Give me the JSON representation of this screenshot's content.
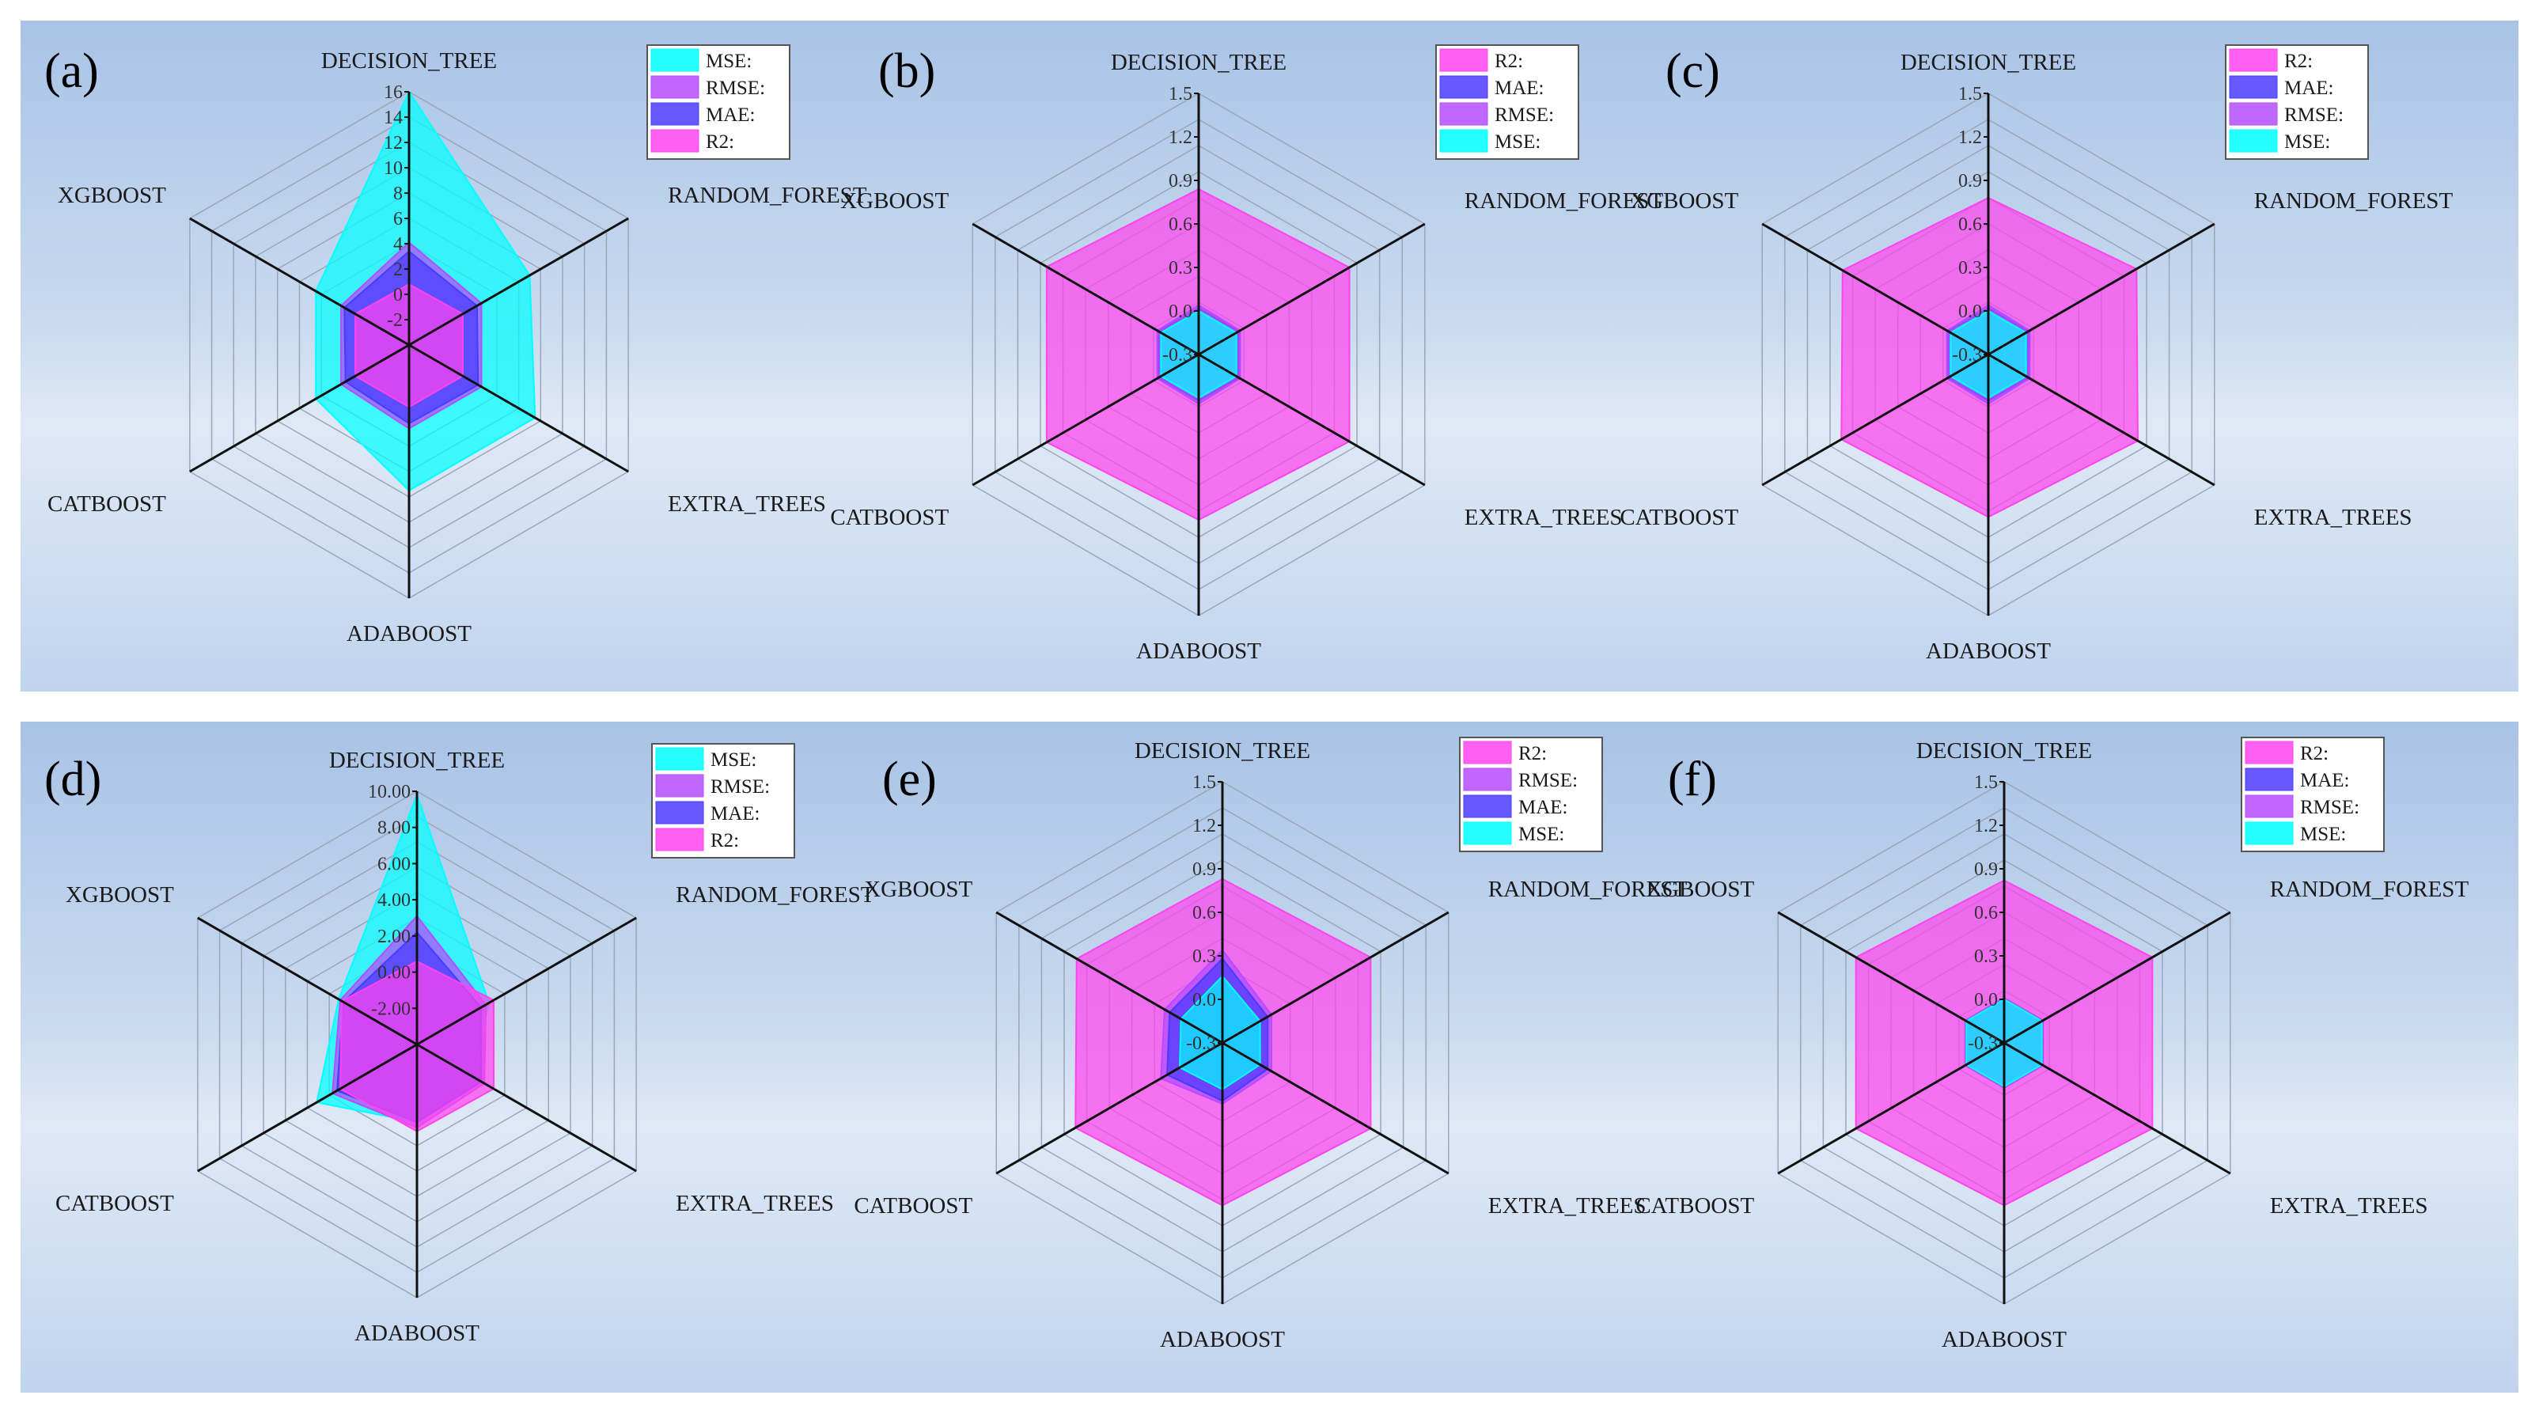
{
  "figure": {
    "axes_order": [
      "DECISION_TREE",
      "RANDOM_FOREST",
      "EXTRA_TREES",
      "ADABOOST",
      "CATBOOST",
      "XGBOOST"
    ],
    "colors": {
      "MSE": "#00ffff",
      "RMSE": "#b44cff",
      "MAE": "#4a3cff",
      "R2": "#ff44ee"
    }
  },
  "chart_data": [
    {
      "panel": "(a)",
      "type": "radar",
      "axes": [
        "DECISION_TREE",
        "RANDOM_FOREST",
        "EXTRA_TREES",
        "ADABOOST",
        "CATBOOST",
        "XGBOOST"
      ],
      "rmin": -4,
      "rmax": 16,
      "ticks": [
        16,
        14,
        12,
        10,
        8,
        6,
        4,
        2,
        0,
        -2
      ],
      "tick_labels": [
        "16",
        "14",
        "12",
        "10",
        "8",
        "6",
        "4",
        "2",
        "0",
        "-2"
      ],
      "legend": [
        "MSE:",
        "RMSE:",
        "MAE:",
        "R2:"
      ],
      "series": [
        {
          "name": "MSE:",
          "values": [
            16,
            7,
            7.5,
            7.5,
            4.5,
            4.5
          ]
        },
        {
          "name": "RMSE:",
          "values": [
            4.1,
            2.6,
            2.6,
            2.6,
            2.2,
            2.2
          ]
        },
        {
          "name": "MAE:",
          "values": [
            3.4,
            2.2,
            2.3,
            2.2,
            1.8,
            1.9
          ]
        },
        {
          "name": "R2:",
          "values": [
            0.8,
            0.9,
            0.9,
            0.9,
            0.9,
            0.9
          ]
        }
      ]
    },
    {
      "panel": "(b)",
      "type": "radar",
      "axes": [
        "DECISION_TREE",
        "RANDOM_FOREST",
        "EXTRA_TREES",
        "ADABOOST",
        "CATBOOST",
        "XGBOOST"
      ],
      "rmin": -0.3,
      "rmax": 1.5,
      "ticks": [
        1.5,
        1.2,
        0.9,
        0.6,
        0.3,
        0.0,
        -0.3
      ],
      "tick_labels": [
        "1.5",
        "1.2",
        "0.9",
        "0.6",
        "0.3",
        "0.0",
        "-0.3"
      ],
      "legend": [
        "R2:",
        "MAE:",
        "RMSE:",
        "MSE:"
      ],
      "series": [
        {
          "name": "R2:",
          "values": [
            0.84,
            0.9,
            0.9,
            0.84,
            0.91,
            0.91
          ]
        },
        {
          "name": "MAE:",
          "values": [
            0.02,
            0.02,
            0.02,
            0.02,
            0.02,
            0.02
          ]
        },
        {
          "name": "RMSE:",
          "values": [
            0.04,
            0.03,
            0.03,
            0.04,
            0.03,
            0.03
          ]
        },
        {
          "name": "MSE:",
          "values": [
            0.0,
            0.0,
            0.0,
            0.0,
            0.0,
            0.0
          ]
        }
      ]
    },
    {
      "panel": "(c)",
      "type": "radar",
      "axes": [
        "DECISION_TREE",
        "RANDOM_FOREST",
        "EXTRA_TREES",
        "ADABOOST",
        "CATBOOST",
        "XGBOOST"
      ],
      "rmin": -0.3,
      "rmax": 1.5,
      "ticks": [
        1.5,
        1.2,
        0.9,
        0.6,
        0.3,
        0.0,
        -0.3
      ],
      "tick_labels": [
        "1.5",
        "1.2",
        "0.9",
        "0.6",
        "0.3",
        "0.0",
        "-0.3"
      ],
      "legend": [
        "R2:",
        "MAE:",
        "RMSE:",
        "MSE:"
      ],
      "series": [
        {
          "name": "R2:",
          "values": [
            0.78,
            0.88,
            0.89,
            0.82,
            0.87,
            0.86
          ]
        },
        {
          "name": "MAE:",
          "values": [
            0.02,
            0.02,
            0.02,
            0.02,
            0.02,
            0.02
          ]
        },
        {
          "name": "RMSE:",
          "values": [
            0.04,
            0.03,
            0.03,
            0.04,
            0.03,
            0.03
          ]
        },
        {
          "name": "MSE:",
          "values": [
            0.0,
            0.0,
            0.0,
            0.0,
            0.0,
            0.0
          ]
        }
      ]
    },
    {
      "panel": "(d)",
      "type": "radar",
      "axes": [
        "DECISION_TREE",
        "RANDOM_FOREST",
        "EXTRA_TREES",
        "ADABOOST",
        "CATBOOST",
        "XGBOOST"
      ],
      "rmin": -4,
      "rmax": 10,
      "ticks": [
        10,
        8,
        6,
        4,
        2,
        0,
        -2
      ],
      "tick_labels": [
        "10.00",
        "8.00",
        "6.00",
        "4.00",
        "2.00",
        "0.00",
        "-2.00"
      ],
      "legend": [
        "MSE:",
        "RMSE:",
        "MAE:",
        "R2:"
      ],
      "series": [
        {
          "name": "MSE:",
          "values": [
            9.8,
            0.6,
            -0.5,
            0.3,
            2.4,
            1.0
          ]
        },
        {
          "name": "RMSE:",
          "values": [
            3.1,
            0.4,
            0.3,
            0.6,
            1.4,
            0.9
          ]
        },
        {
          "name": "MAE:",
          "values": [
            2.2,
            0.1,
            0.1,
            0.3,
            1.1,
            0.7
          ]
        },
        {
          "name": "R2:",
          "values": [
            0.6,
            0.9,
            0.9,
            0.8,
            0.9,
            0.8
          ]
        }
      ]
    },
    {
      "panel": "(e)",
      "type": "radar",
      "axes": [
        "DECISION_TREE",
        "RANDOM_FOREST",
        "EXTRA_TREES",
        "ADABOOST",
        "CATBOOST",
        "XGBOOST"
      ],
      "rmin": -0.3,
      "rmax": 1.5,
      "ticks": [
        1.5,
        1.2,
        0.9,
        0.6,
        0.3,
        0.0,
        -0.3
      ],
      "tick_labels": [
        "1.5",
        "1.2",
        "0.9",
        "0.6",
        "0.3",
        "0.0",
        "-0.3"
      ],
      "legend": [
        "R2:",
        "RMSE:",
        "MAE:",
        "MSE:"
      ],
      "series": [
        {
          "name": "R2:",
          "values": [
            0.83,
            0.88,
            0.88,
            0.82,
            0.87,
            0.86
          ]
        },
        {
          "name": "RMSE:",
          "values": [
            0.34,
            0.09,
            0.09,
            0.12,
            0.19,
            0.16
          ]
        },
        {
          "name": "MAE:",
          "values": [
            0.28,
            0.06,
            0.06,
            0.1,
            0.14,
            0.12
          ]
        },
        {
          "name": "MSE:",
          "values": [
            0.16,
            0.0,
            0.0,
            0.02,
            0.04,
            0.03
          ]
        }
      ]
    },
    {
      "panel": "(f)",
      "type": "radar",
      "axes": [
        "DECISION_TREE",
        "RANDOM_FOREST",
        "EXTRA_TREES",
        "ADABOOST",
        "CATBOOST",
        "XGBOOST"
      ],
      "rmin": -0.3,
      "rmax": 1.5,
      "ticks": [
        1.5,
        1.2,
        0.9,
        0.6,
        0.3,
        0.0,
        -0.3
      ],
      "tick_labels": [
        "1.5",
        "1.2",
        "0.9",
        "0.6",
        "0.3",
        "0.0",
        "-0.3"
      ],
      "legend": [
        "R2:",
        "MAE:",
        "RMSE:",
        "MSE:"
      ],
      "series": [
        {
          "name": "R2:",
          "values": [
            0.82,
            0.88,
            0.88,
            0.82,
            0.88,
            0.88
          ]
        },
        {
          "name": "MAE:",
          "values": [
            0.0,
            0.0,
            0.0,
            0.0,
            0.0,
            0.0
          ]
        },
        {
          "name": "RMSE:",
          "values": [
            0.01,
            0.01,
            0.01,
            0.01,
            0.01,
            0.01
          ]
        },
        {
          "name": "MSE:",
          "values": [
            0.0,
            0.0,
            0.0,
            0.0,
            0.0,
            0.0
          ]
        }
      ]
    }
  ]
}
